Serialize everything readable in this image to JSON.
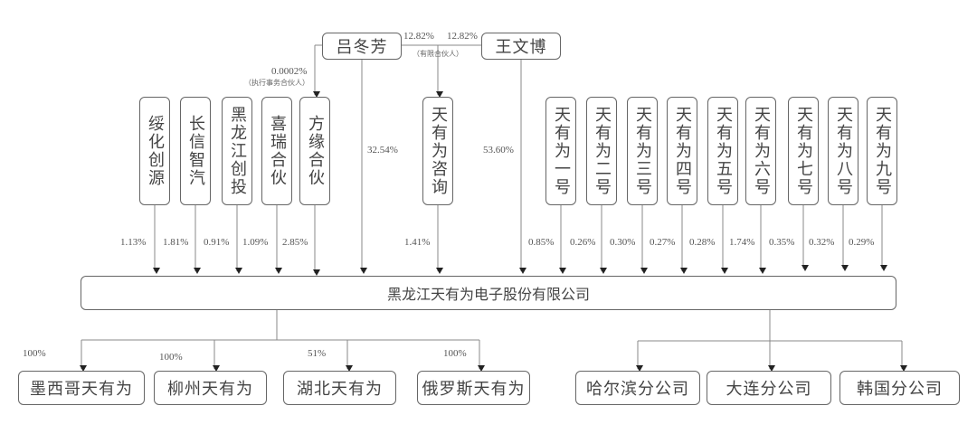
{
  "top_shareholders": {
    "lv": {
      "name": "吕冬芳"
    },
    "wang": {
      "name": "王文博"
    },
    "lv_to_consulting_pct": "12.82%",
    "wang_to_consulting_pct": "12.82%",
    "consulting_note": "（有限合伙人）",
    "lv_to_fangyuan_pct": "0.0002%",
    "fangyuan_note": "（执行事务合伙人）",
    "lv_direct_pct": "32.54%",
    "wang_direct_pct": "53.60%"
  },
  "investors": [
    {
      "name": "绥化创源",
      "pct": "1.13%"
    },
    {
      "name": "长信智汽",
      "pct": "1.81%"
    },
    {
      "name": "黑龙江创投",
      "pct": "0.91%"
    },
    {
      "name": "喜瑞合伙",
      "pct": "1.09%"
    },
    {
      "name": "方缘合伙",
      "pct": "2.85%"
    },
    {
      "name": "天有为咨询",
      "pct": "1.41%"
    },
    {
      "name": "天有为一号",
      "pct": "0.85%"
    },
    {
      "name": "天有为二号",
      "pct": "0.26%"
    },
    {
      "name": "天有为三号",
      "pct": "0.30%"
    },
    {
      "name": "天有为四号",
      "pct": "0.27%"
    },
    {
      "name": "天有为五号",
      "pct": "0.28%"
    },
    {
      "name": "天有为六号",
      "pct": "1.74%"
    },
    {
      "name": "天有为七号",
      "pct": "0.35%"
    },
    {
      "name": "天有为八号",
      "pct": "0.32%"
    },
    {
      "name": "天有为九号",
      "pct": "0.29%"
    }
  ],
  "company": {
    "name": "黑龙江天有为电子股份有限公司"
  },
  "subsidiaries": [
    {
      "name": "墨西哥天有为",
      "pct": "100%"
    },
    {
      "name": "柳州天有为",
      "pct": "100%"
    },
    {
      "name": "湖北天有为",
      "pct": "51%"
    },
    {
      "name": "俄罗斯天有为",
      "pct": "100%"
    }
  ],
  "branches": [
    {
      "name": "哈尔滨分公司"
    },
    {
      "name": "大连分公司"
    },
    {
      "name": "韩国分公司"
    }
  ]
}
